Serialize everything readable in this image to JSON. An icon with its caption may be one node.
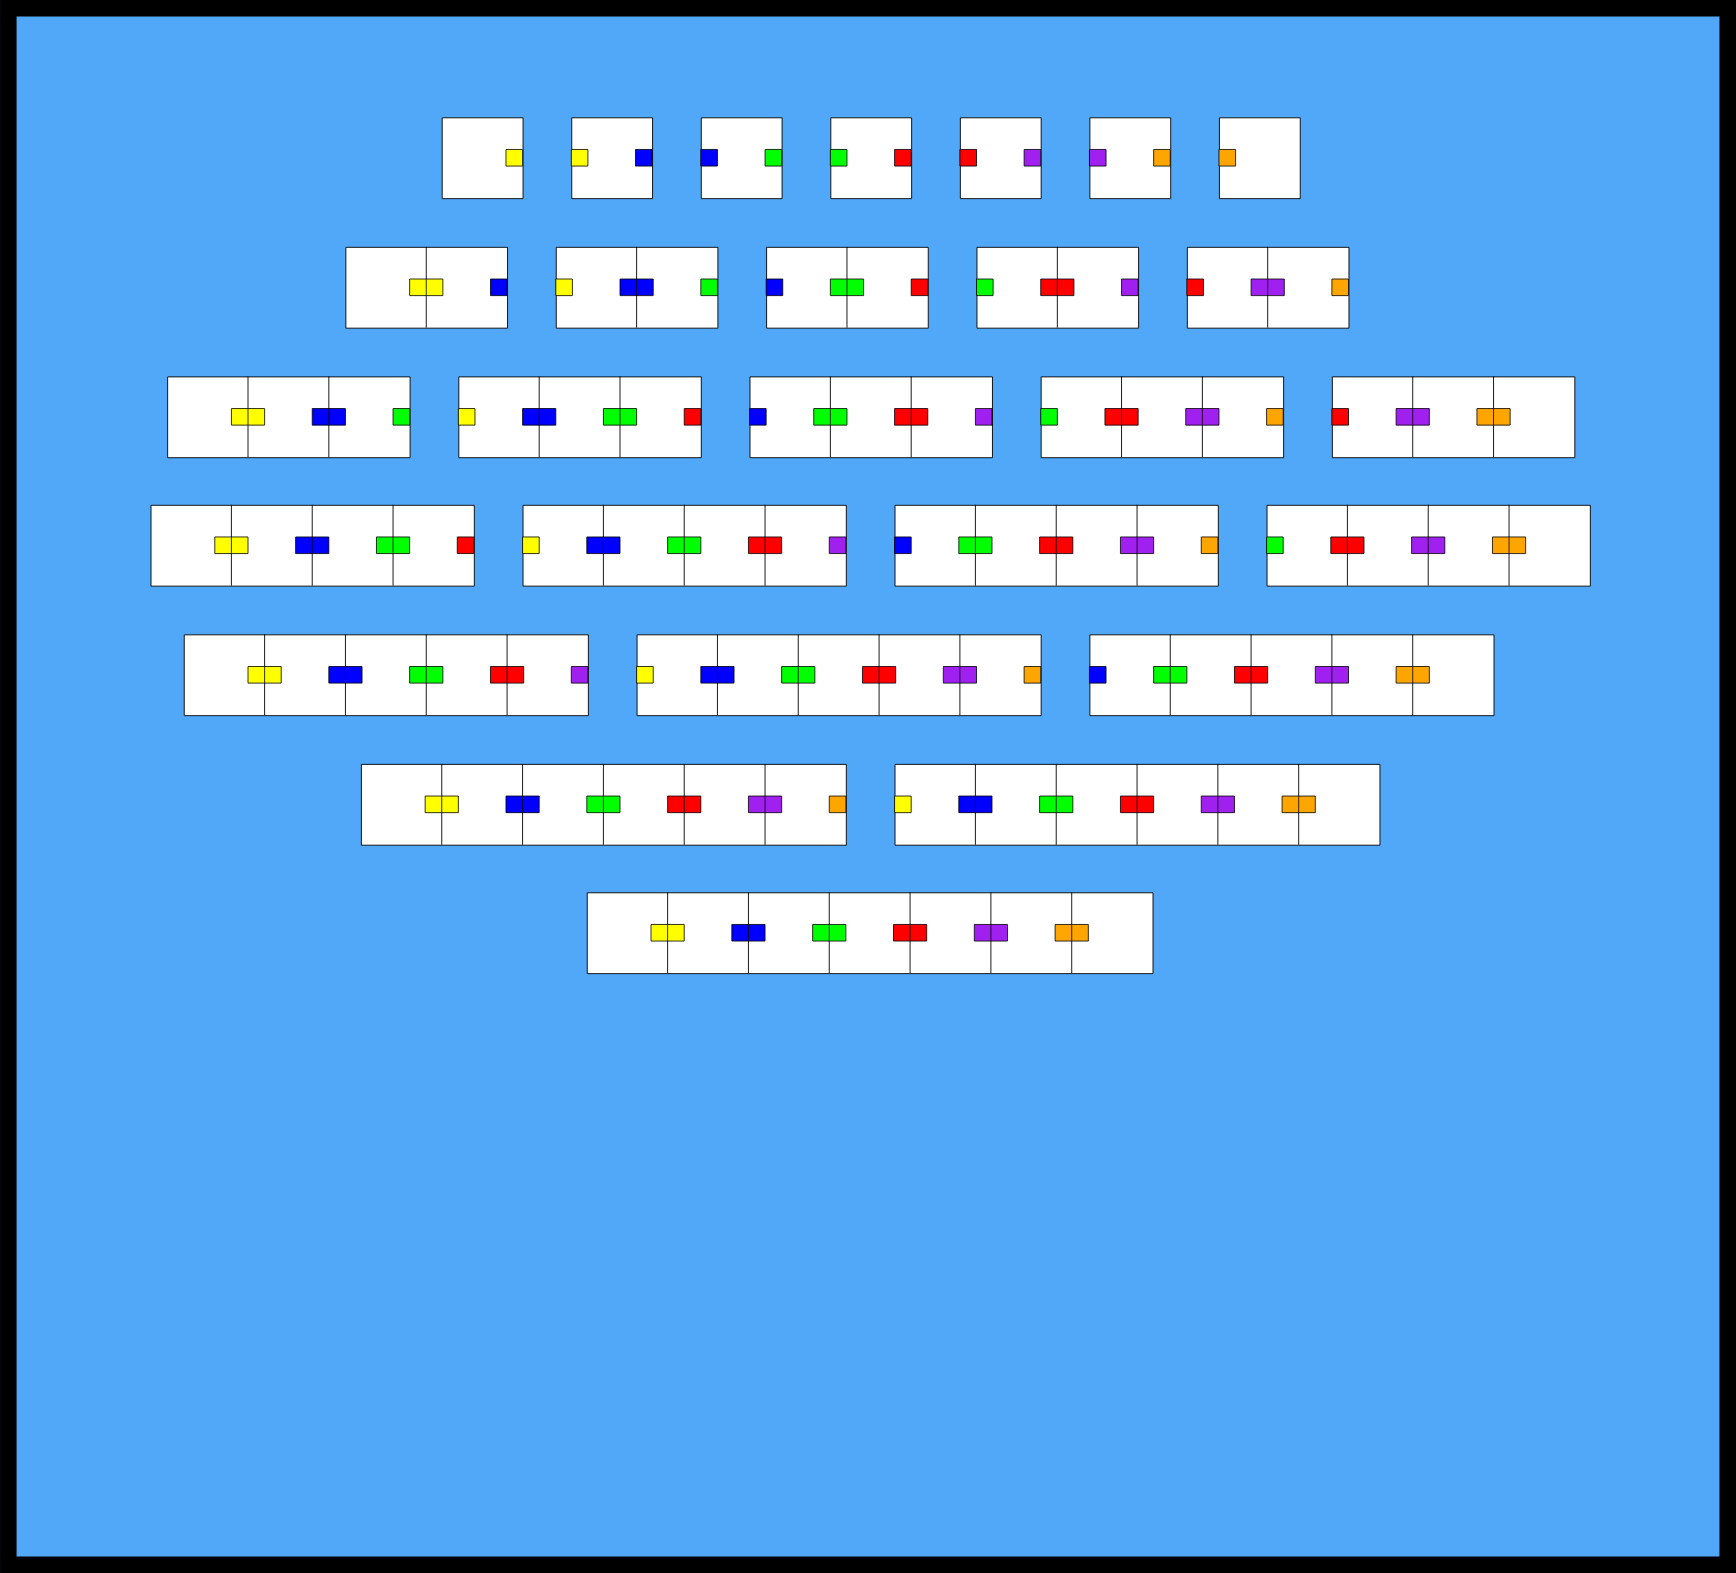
{
  "diagram": {
    "nodes": [
      {
        "text": [],
        "shape": "box"
      },
      {
        "text": [],
        "shape": "box"
      },
      {
        "text": [],
        "shape": "box"
      },
      {
        "text": [],
        "shape": "box"
      },
      {
        "text": [],
        "shape": "box"
      },
      {
        "text": [],
        "shape": "box"
      },
      {
        "text": [],
        "shape": "box"
      },
      {
        "text": [],
        "shape": "box"
      },
      {
        "text": [],
        "shape": "box"
      },
      {
        "text": [],
        "shape": "box"
      },
      {
        "text": [],
        "shape": "box"
      },
      {
        "text": [],
        "shape": "box"
      },
      {
        "text": [],
        "shape": "box"
      },
      {
        "text": [],
        "shape": "box"
      },
      {
        "text": [],
        "shape": "box"
      },
      {
        "text": [],
        "shape": "box"
      },
      {
        "text": [],
        "shape": "box"
      },
      {
        "text": [],
        "shape": "box"
      },
      {
        "text": [],
        "shape": "box"
      },
      {
        "text": [],
        "shape": "box"
      },
      {
        "text": [],
        "shape": "box"
      },
      {
        "text": [],
        "shape": "box"
      },
      {
        "text": [],
        "shape": "box"
      },
      {
        "text": [],
        "shape": "box"
      },
      {
        "text": [],
        "shape": "box"
      },
      {
        "text": [],
        "shape": "box"
      },
      {
        "text": [],
        "shape": "box"
      }
    ]
  }
}
